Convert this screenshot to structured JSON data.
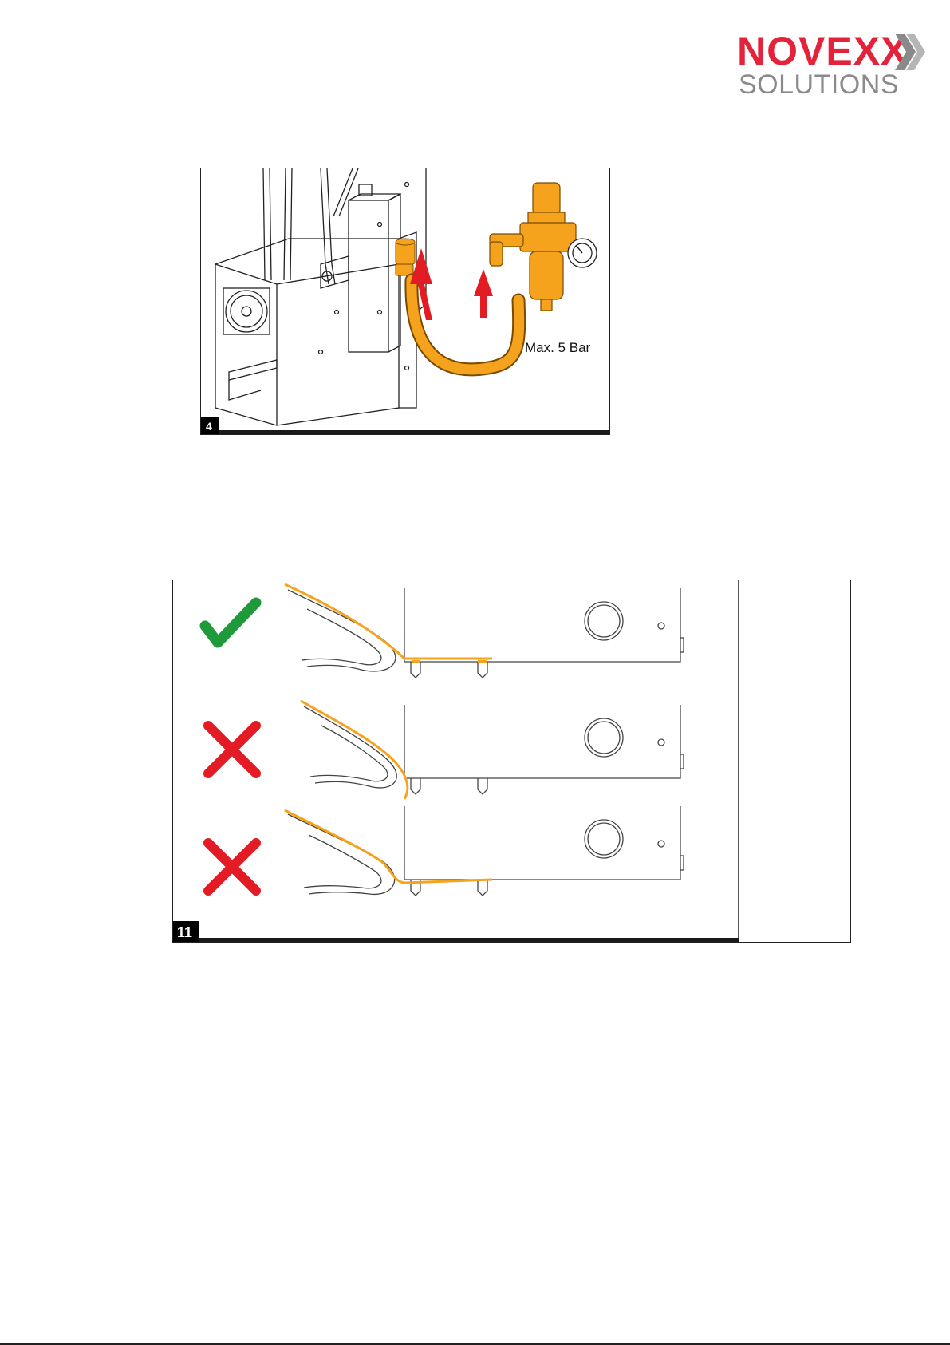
{
  "header": {
    "logo_top": "NOVEXX",
    "logo_bottom": "SOLUTIONS",
    "brand_red": "#e4233a",
    "brand_gray": "#8a8a8a"
  },
  "figure4": {
    "number": "4",
    "pressure_label": "Max. 5 Bar",
    "hose_color": "#f5a21c",
    "arrow_color": "#e21c23"
  },
  "figure11": {
    "number": "11",
    "rows": [
      {
        "status": "correct",
        "icon": "check-icon",
        "color": "#1f9a3b"
      },
      {
        "status": "wrong",
        "icon": "cross-icon",
        "color": "#e31b24"
      },
      {
        "status": "wrong",
        "icon": "cross-icon",
        "color": "#e31b24"
      }
    ],
    "web_color": "#f5a21c"
  }
}
